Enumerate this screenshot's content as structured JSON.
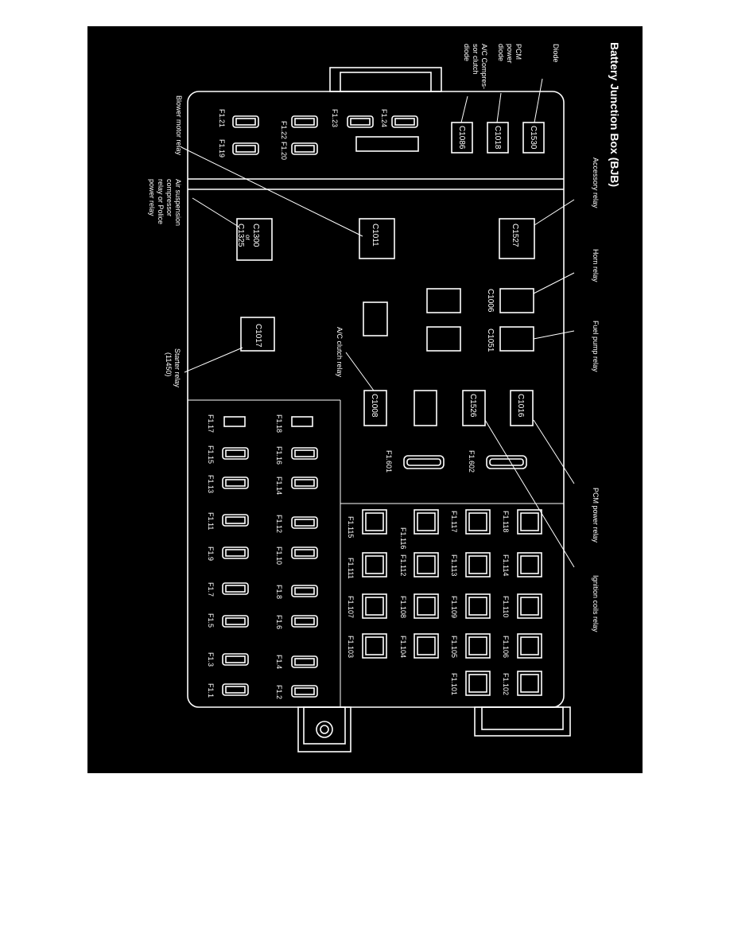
{
  "title": "Battery Junction Box (BJB)",
  "callouts": {
    "diode": "Diode",
    "pcm_power_diode": [
      "PCM",
      "power",
      "diode"
    ],
    "ac_compressor_clutch_diode": [
      "A/C Compres-",
      "sor clutch",
      "diode"
    ],
    "accessory_relay": "Accessory relay",
    "horn_relay": "Horn relay",
    "fuel_pump_relay": "Fuel pump relay",
    "pcm_power_relay": "PCM power relay",
    "ignition_coils_relay": "Ignition coils relay",
    "blower_motor_relay": "Blower motor relay",
    "air_suspension_relay": [
      "Air suspension",
      "compressor",
      "relay or Police",
      "power relay"
    ],
    "starter_relay": [
      "Starter relay",
      "(11450)"
    ],
    "ac_clutch_relay": "A/C clutch relay"
  },
  "connectors": {
    "c1530": "C1530",
    "c1018": "C1018",
    "c1086": "C1086",
    "c1527": "C1527",
    "c1006": "C1006",
    "c1051": "C1051",
    "c1016": "C1016",
    "c1526": "C1526",
    "c1011": "C1011",
    "c1008": "C1008",
    "c1017": "C1017",
    "c1300": "C1300",
    "or": "or",
    "c1325": "C1325"
  },
  "fuses": {
    "f1_24": "F1.24",
    "f1_23": "F1.23",
    "f1_22": "F1.22",
    "f1_20": "F1.20",
    "f1_21": "F1.21",
    "f1_19": "F1.19",
    "f1_601": "F1.601",
    "f1_602": "F1.602",
    "f1_18": "F1.18",
    "f1_17": "F1.17",
    "f1_16": "F1.16",
    "f1_15": "F1.15",
    "f1_14": "F1.14",
    "f1_13": "F1.13",
    "f1_12": "F1.12",
    "f1_11": "F1.11",
    "f1_10": "F1.10",
    "f1_9": "F1.9",
    "f1_8": "F1.8",
    "f1_7": "F1.7",
    "f1_6": "F1.6",
    "f1_5": "F1.5",
    "f1_4": "F1.4",
    "f1_3": "F1.3",
    "f1_2": "F1.2",
    "f1_1": "F1.1",
    "f1_118": "F1.118",
    "f1_114": "F1.114",
    "f1_110": "F1.110",
    "f1_106": "F1.106",
    "f1_102": "F1.102",
    "f1_117": "F1.117",
    "f1_113": "F1.113",
    "f1_109": "F1.109",
    "f1_105": "F1.105",
    "f1_101": "F1.101",
    "f1_116": "F1.116",
    "f1_112": "F1.112",
    "f1_108": "F1.108",
    "f1_104": "F1.104",
    "f1_115": "F1.115",
    "f1_111": "F1.111",
    "f1_107": "F1.107",
    "f1_103": "F1.103"
  }
}
